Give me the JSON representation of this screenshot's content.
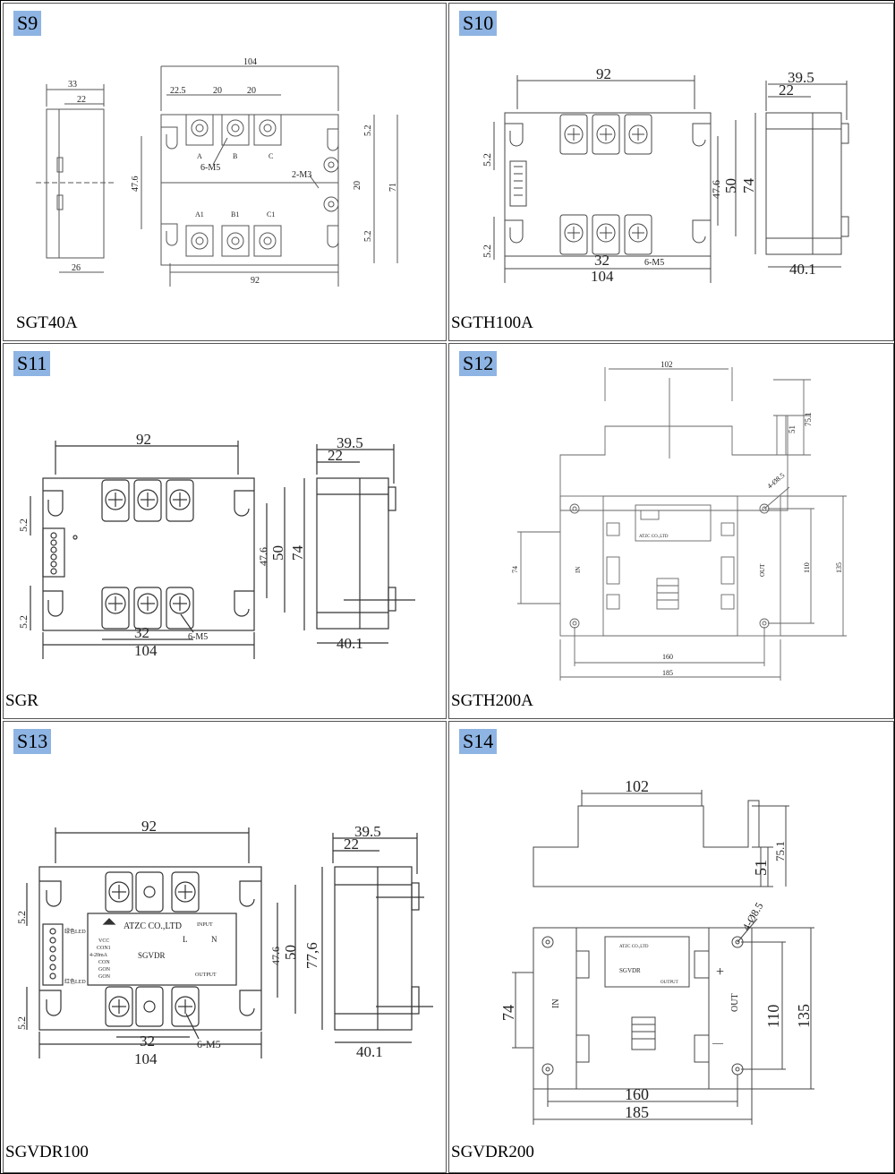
{
  "panels": [
    {
      "tag": "S9",
      "model": "SGT40A",
      "dims": {
        "w104": "104",
        "d22_5": "22.5",
        "d20a": "20",
        "d20b": "20",
        "d33": "33",
        "d22": "22",
        "d47_6": "47.6",
        "d71": "71",
        "d5_2a": "5.2",
        "d20c": "20",
        "d5_2b": "5.2",
        "d26": "26",
        "d92": "92",
        "m5": "6-M5",
        "m3": "2-M3"
      },
      "terminals": {
        "a": "A",
        "b": "B",
        "c": "C",
        "a1": "A1",
        "b1": "B1",
        "c1": "C1"
      }
    },
    {
      "tag": "S10",
      "model": "SGTH100A",
      "dims": {
        "d92": "92",
        "d39_5": "39.5",
        "d22": "22",
        "d5_2a": "5.2",
        "d47_6": "47.6",
        "d50": "50",
        "d74": "74",
        "d5_2b": "5.2",
        "d32": "32",
        "m5": "6-M5",
        "d104": "104",
        "d40_1": "40.1"
      }
    },
    {
      "tag": "S11",
      "model": "SGR",
      "dims": {
        "d92": "92",
        "d39_5": "39.5",
        "d22": "22",
        "d5_2a": "5.2",
        "d47_6": "47.6",
        "d50": "50",
        "d74": "74",
        "d5_2b": "5.2",
        "d32": "32",
        "m5": "6-M5",
        "d104": "104",
        "d40_1": "40.1"
      }
    },
    {
      "tag": "S12",
      "model": "SGTH200A",
      "dims": {
        "d102": "102",
        "d51": "51",
        "d75_1": "75.1",
        "hole": "4-Ø8.5",
        "d74": "74",
        "d110": "110",
        "d135": "135",
        "d160": "160",
        "d185": "185"
      },
      "labels": {
        "in": "IN",
        "out": "OUT",
        "brand": "ATZC CO.,LTD"
      }
    },
    {
      "tag": "S13",
      "model": "SGVDR100",
      "dims": {
        "d92": "92",
        "d39_5": "39.5",
        "d22": "22",
        "d5_2a": "5.2",
        "d47_6": "47.6",
        "d50": "50",
        "d77_6": "77,6",
        "d5_2b": "5.2",
        "d32": "32",
        "m5": "6-M5",
        "d104": "104",
        "d40_1": "40.1"
      },
      "label": {
        "brand": "ATZC CO.,LTD",
        "product": "SGVDR",
        "input": "INPUT",
        "output": "OUTPUT",
        "l": "L",
        "n": "N",
        "vcc": "VCC",
        "con1": "CON1",
        "ma": "4-20mA",
        "con": "CON",
        "gon": "GON",
        "gon2": "GON",
        "led_green": "绿色LED",
        "led_red": "红色LED"
      }
    },
    {
      "tag": "S14",
      "model": "SGVDR200",
      "dims": {
        "d102": "102",
        "d51": "51",
        "d75_1": "75.1",
        "hole": "4-Ø8.5",
        "d74": "74",
        "d110": "110",
        "d135": "135",
        "d160": "160",
        "d185": "185"
      },
      "labels": {
        "in": "IN",
        "out": "OUT",
        "plus": "+",
        "minus": "—",
        "brand": "ATZC CO.,LTD",
        "product": "SGVDR",
        "output": "OUTPUT"
      }
    }
  ]
}
